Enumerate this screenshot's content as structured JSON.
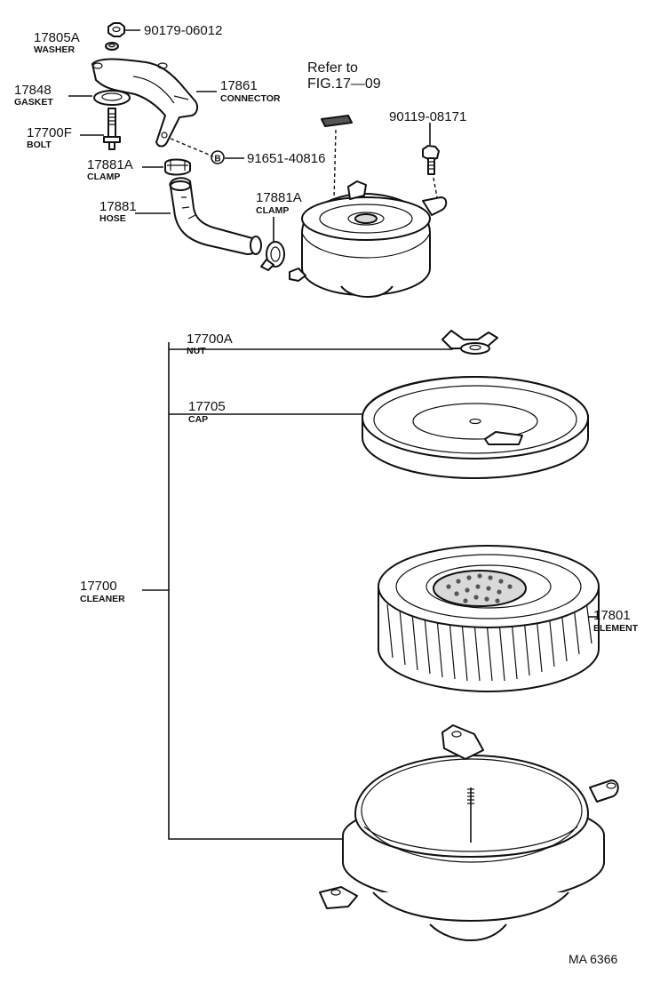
{
  "labels": {
    "washer_num": "17805A",
    "washer_name": "WASHER",
    "nut_small": "90179-06012",
    "gasket_num": "17848",
    "gasket_name": "GASKET",
    "connector_num": "17861",
    "connector_name": "CONNECTOR",
    "bolt_num": "17700F",
    "bolt_name": "BOLT",
    "clamp1_num": "17881A",
    "clamp1_name": "CLAMP",
    "clip_code": "91651-40816",
    "clip_mark": "B",
    "hose_num": "17881",
    "hose_name": "HOSE",
    "clamp2_num": "17881A",
    "clamp2_name": "CLAMP",
    "refer_line1": "Refer to",
    "refer_line2": "FIG.17—09",
    "bolt2": "90119-08171",
    "nut_num": "17700A",
    "nut_name": "NUT",
    "cap_num": "17705",
    "cap_name": "CAP",
    "cleaner_num": "17700",
    "cleaner_name": "CLEANER",
    "element_num": "17801",
    "element_name": "ELEMENT",
    "figure_id": "MA  6366"
  }
}
